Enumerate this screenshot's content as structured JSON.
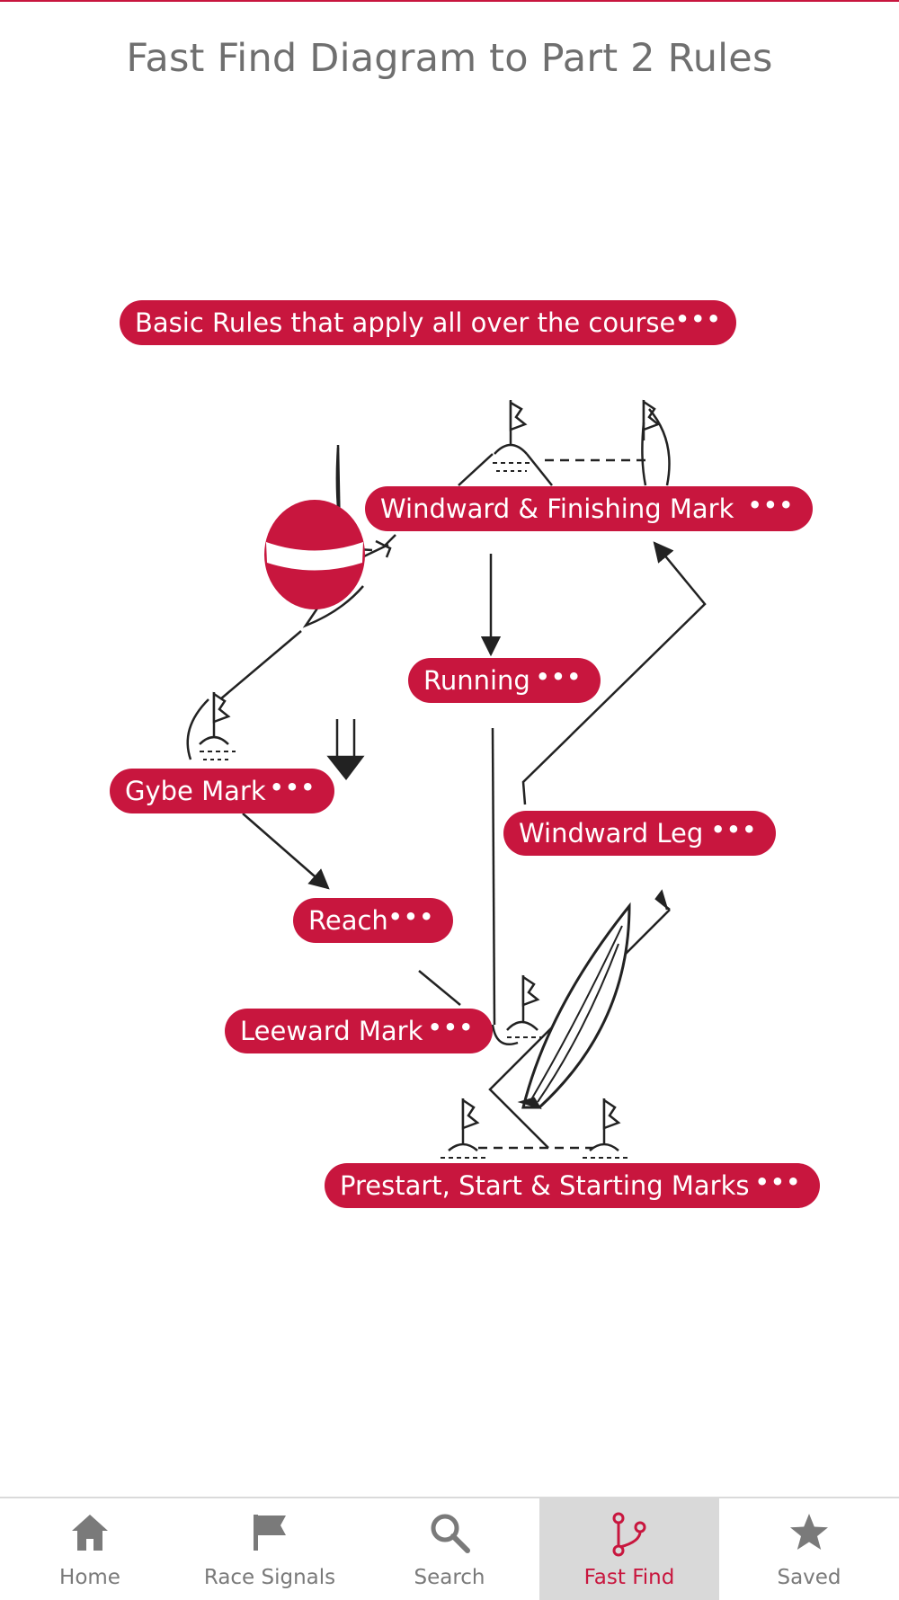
{
  "page_title": "Fast Find Diagram to Part 2 Rules",
  "accent_color": "#c8163e",
  "more_glyph": "•••",
  "pills": {
    "basic_rules": "Basic Rules that apply all over the course",
    "windward_finishing_mark": "Windward & Finishing Mark",
    "running": "Running",
    "gybe_mark": "Gybe Mark",
    "windward_leg": "Windward Leg",
    "reach": "Reach",
    "leeward_mark": "Leeward Mark",
    "prestart_start": "Prestart, Start & Starting Marks"
  },
  "tabs": [
    {
      "label": "Home",
      "icon": "home-icon",
      "active": false
    },
    {
      "label": "Race Signals",
      "icon": "flag-icon",
      "active": false
    },
    {
      "label": "Search",
      "icon": "search-icon",
      "active": false
    },
    {
      "label": "Fast Find",
      "icon": "branch-icon",
      "active": true
    },
    {
      "label": "Saved",
      "icon": "star-icon",
      "active": false
    }
  ]
}
